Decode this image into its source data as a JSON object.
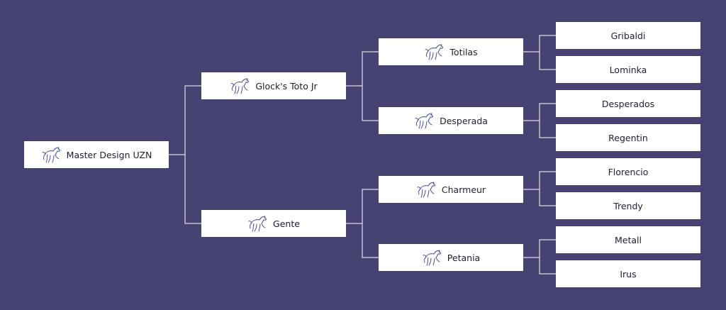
{
  "colors": {
    "background": "#464372",
    "box": "#ffffff",
    "connector": "#ffffff",
    "horse_icon": "#3a3f8f",
    "text": "#1f1f2e"
  },
  "pedigree": {
    "subject": {
      "name": "Master Design UZN",
      "icon": "horse-icon"
    },
    "sire": {
      "name": "Glock's Toto Jr",
      "icon": "horse-icon"
    },
    "dam": {
      "name": "Gente",
      "icon": "horse-icon"
    },
    "sire_sire": {
      "name": "Totilas",
      "icon": "horse-icon"
    },
    "sire_dam": {
      "name": "Desperada",
      "icon": "horse-icon"
    },
    "dam_sire": {
      "name": "Charmeur",
      "icon": "horse-icon"
    },
    "dam_dam": {
      "name": "Petania",
      "icon": "horse-icon"
    },
    "great_grandparents": [
      {
        "name": "Gribaldi"
      },
      {
        "name": "Lominka"
      },
      {
        "name": "Desperados"
      },
      {
        "name": "Regentin"
      },
      {
        "name": "Florencio"
      },
      {
        "name": "Trendy"
      },
      {
        "name": "Metall"
      },
      {
        "name": "Irus"
      }
    ]
  }
}
